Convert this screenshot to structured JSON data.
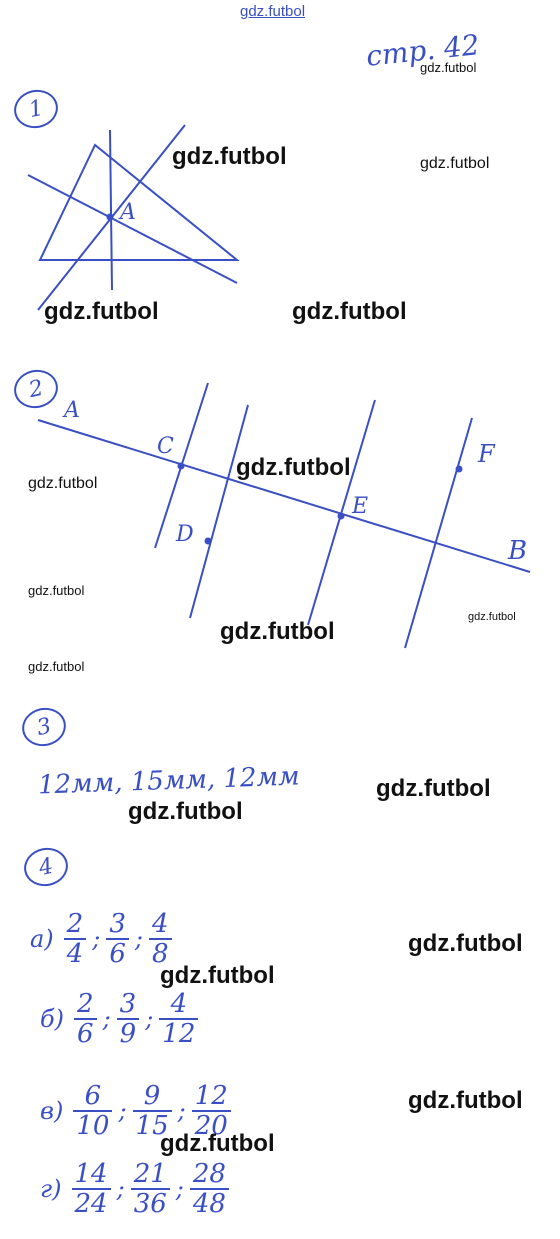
{
  "page_ref": "стр. 42",
  "watermark": "gdz.futbol",
  "tasks": {
    "t1": {
      "number": "1",
      "point": "A"
    },
    "t2": {
      "number": "2",
      "labels": {
        "A": "A",
        "B": "B",
        "C": "C",
        "D": "D",
        "E": "E",
        "F": "F"
      }
    },
    "t3": {
      "number": "3",
      "answer": "12мм, 15мм, 12мм"
    },
    "t4": {
      "number": "4",
      "rows": [
        {
          "label": "а)",
          "fracs": [
            {
              "n": "2",
              "d": "4"
            },
            {
              "n": "3",
              "d": "6"
            },
            {
              "n": "4",
              "d": "8"
            }
          ]
        },
        {
          "label": "б)",
          "fracs": [
            {
              "n": "2",
              "d": "6"
            },
            {
              "n": "3",
              "d": "9"
            },
            {
              "n": "4",
              "d": "12"
            }
          ]
        },
        {
          "label": "в)",
          "fracs": [
            {
              "n": "6",
              "d": "10"
            },
            {
              "n": "9",
              "d": "15"
            },
            {
              "n": "12",
              "d": "20"
            }
          ]
        },
        {
          "label": "г)",
          "fracs": [
            {
              "n": "14",
              "d": "24"
            },
            {
              "n": "21",
              "d": "36"
            },
            {
              "n": "28",
              "d": "48"
            }
          ]
        }
      ]
    }
  }
}
